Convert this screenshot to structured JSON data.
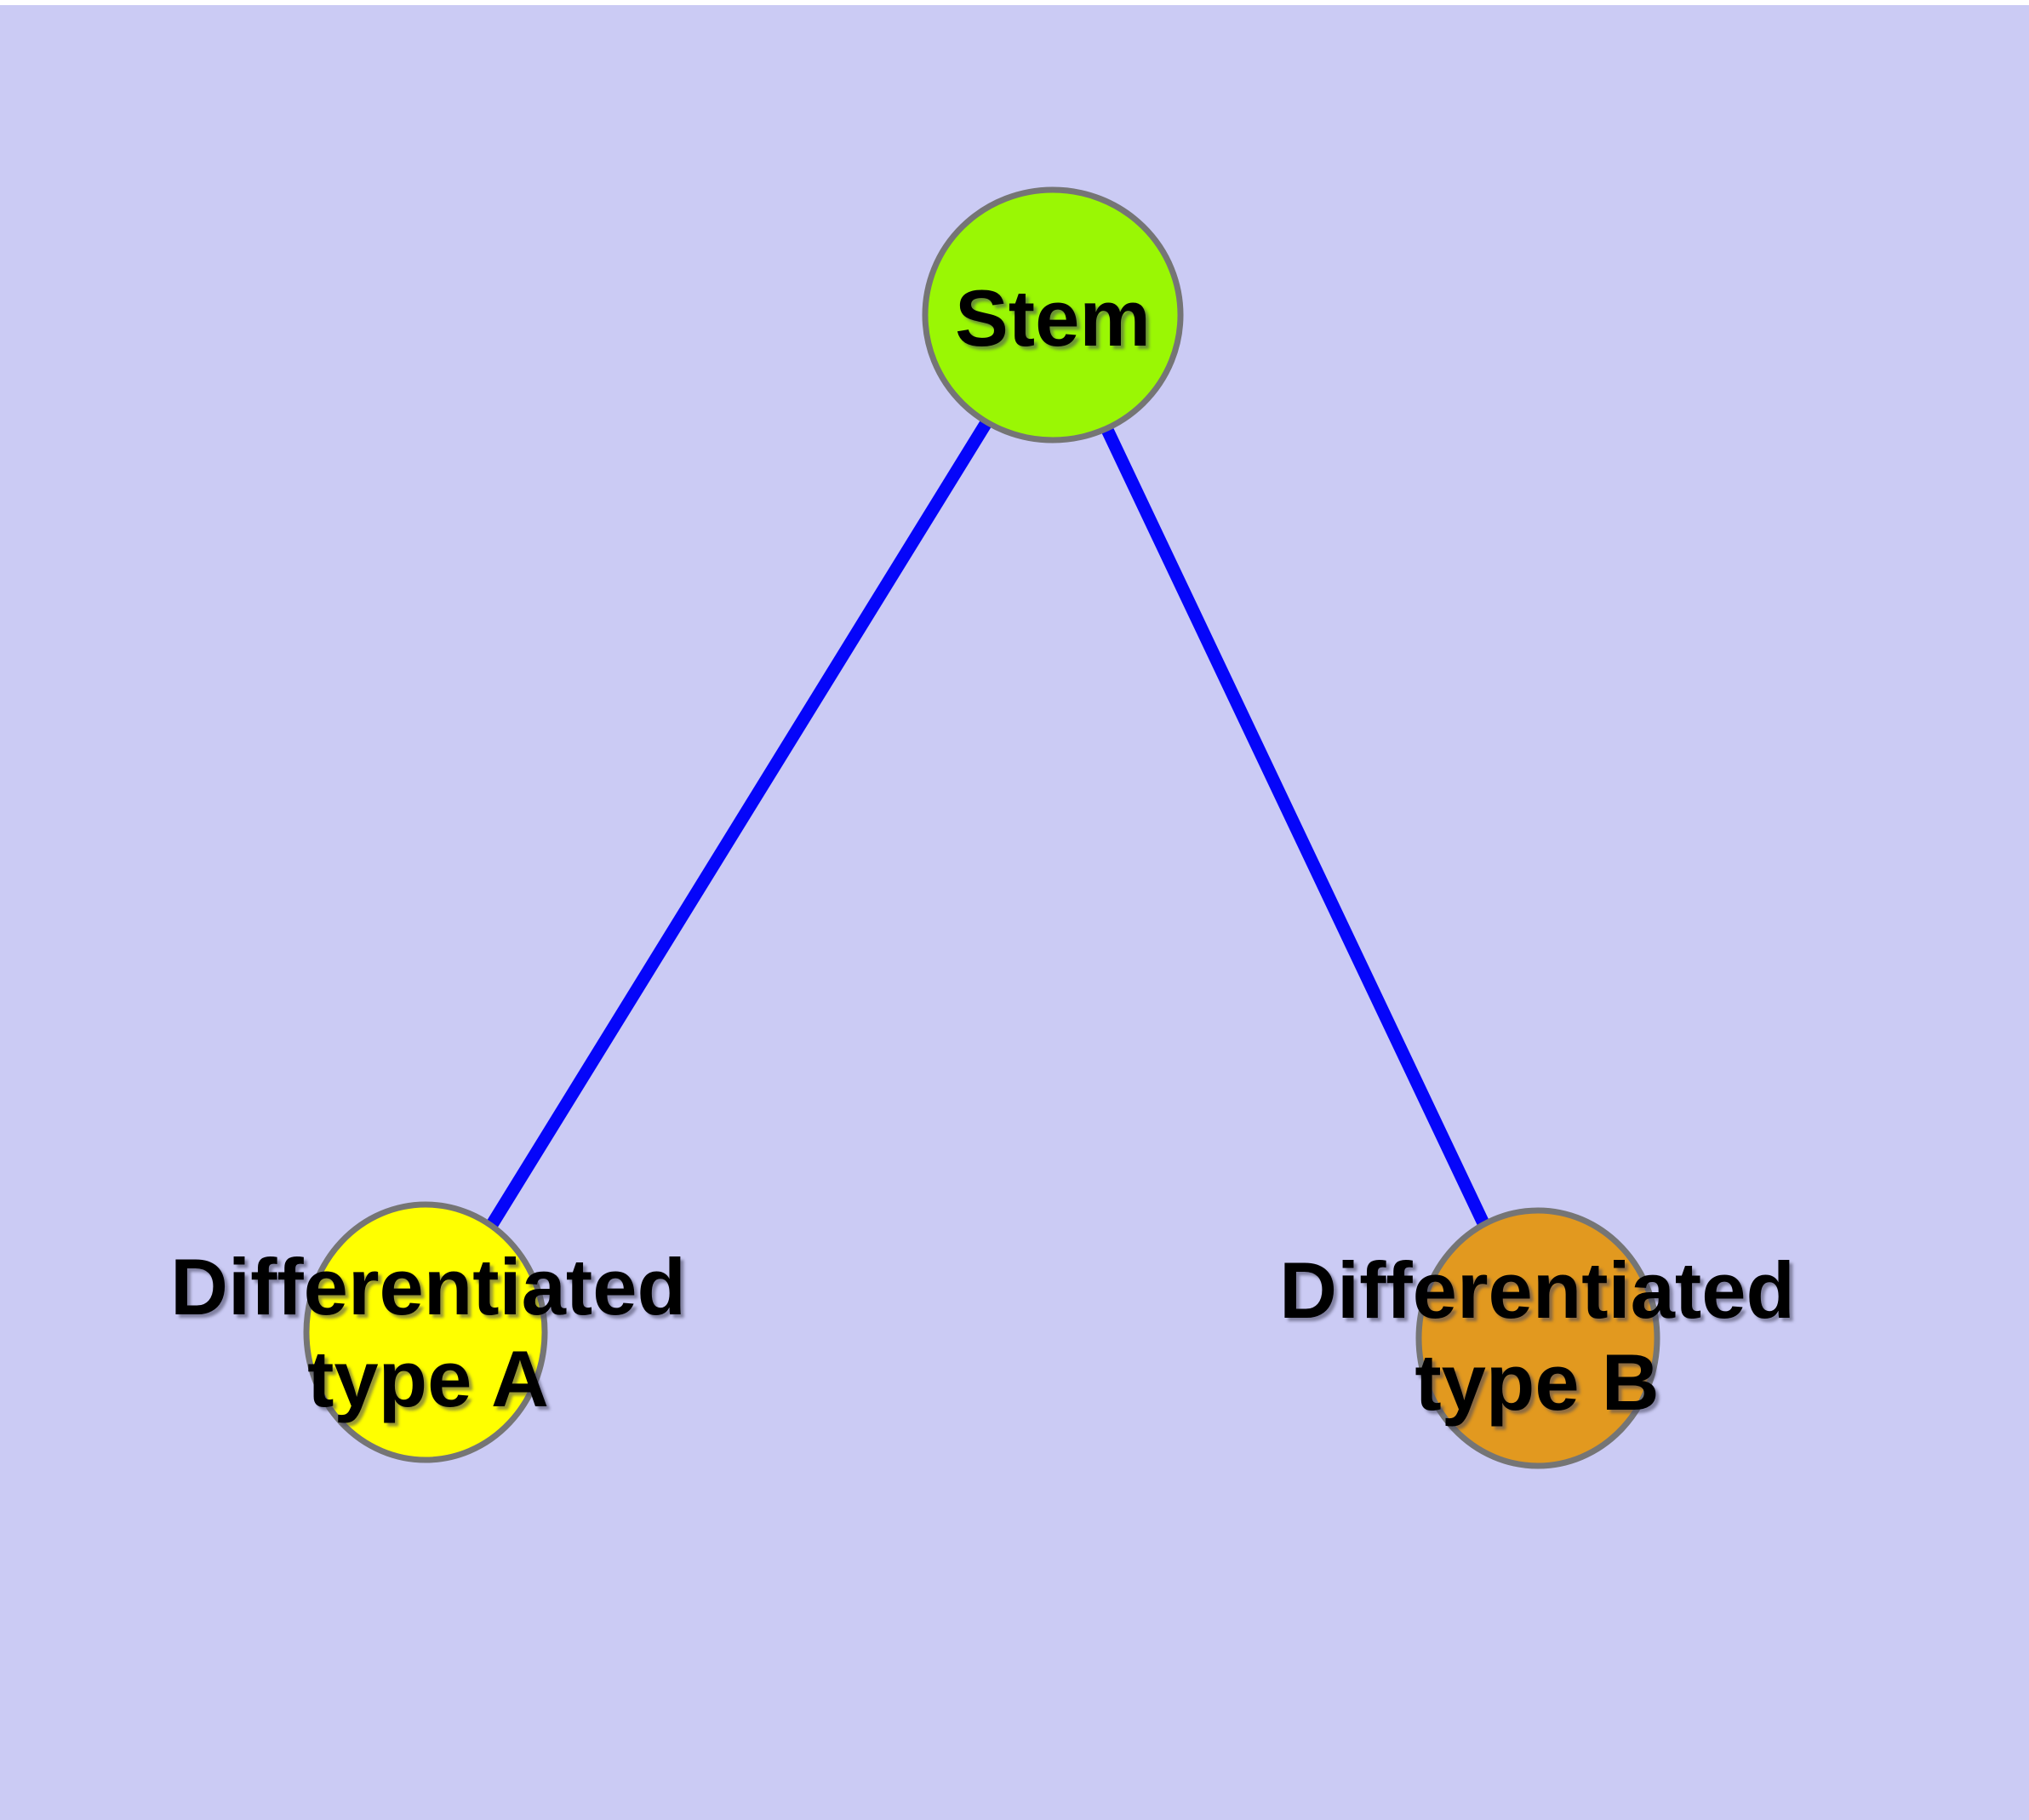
{
  "diagram": {
    "background_color": "#CBCBF4",
    "top_strip_color": "#FFFFFF",
    "edge_color": "#0505FA",
    "node_border_color": "#757575",
    "label_color": "#000000",
    "nodes": {
      "stem": {
        "label": "Stem",
        "color": "#9AF704"
      },
      "type_a": {
        "label": "Differentiated\ntype A",
        "color": "#FFFF00"
      },
      "type_b": {
        "label": "Differentiated\ntype B",
        "color": "#E2991F"
      }
    },
    "edges": [
      {
        "from": "stem",
        "to": "type_a"
      },
      {
        "from": "stem",
        "to": "type_b"
      }
    ]
  }
}
